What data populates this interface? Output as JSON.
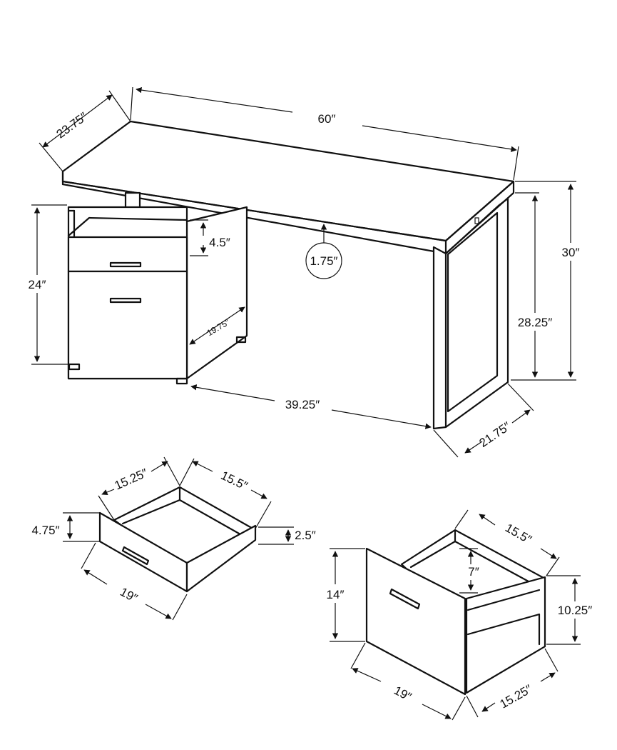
{
  "desk": {
    "width": "60″",
    "depth": "23.75″",
    "height": "30″",
    "leg_clearance_height": "28.25″",
    "grommet_diameter": "1.75″",
    "cabinet_height": "24″",
    "open_shelf_height": "4.5″",
    "cabinet_depth": "19.75″",
    "knee_space_width": "39.25″",
    "leg_depth": "21.75″"
  },
  "small_drawer": {
    "front_height": "4.75″",
    "inner_width": "15.25″",
    "inner_depth": "15.5″",
    "inner_height": "2.5″",
    "front_width": "19″"
  },
  "file_drawer": {
    "inner_depth": "15.5″",
    "inner_height": "7″",
    "front_height": "14″",
    "box_height": "10.25″",
    "front_width": "19″",
    "inner_width": "15.25″"
  }
}
